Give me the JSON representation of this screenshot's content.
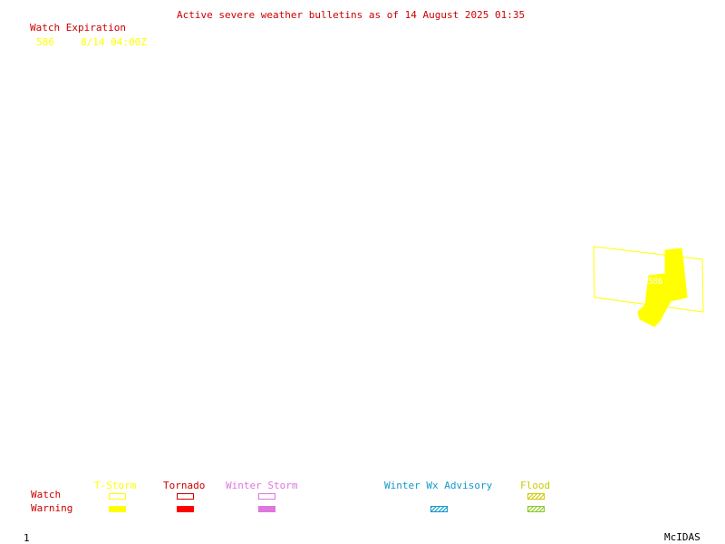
{
  "header": {
    "title": "Active severe weather bulletins as of 14 August 2025 01:35"
  },
  "watch_expiration": {
    "heading": "Watch Expiration",
    "entries": [
      {
        "number": "586",
        "expires": "8/14 04:00Z"
      }
    ]
  },
  "map": {
    "watch_label": "586",
    "colors": {
      "tstorm": "#ffff00",
      "tornado": "#ff0000",
      "winter_storm": "#dd77dd",
      "winter_wx_advisory": "#1199cc",
      "flood": "#88cc22",
      "label_red": "#cc0000"
    }
  },
  "legend": {
    "row_labels": {
      "watch": "Watch",
      "warning": "Warning"
    },
    "columns": [
      {
        "label": "T-Storm",
        "color": "#ffff00"
      },
      {
        "label": "Tornado",
        "color": "#ff0000"
      },
      {
        "label": "Winter Storm",
        "color": "#dd77dd"
      },
      {
        "label": "Winter Wx Advisory",
        "color": "#1199cc"
      },
      {
        "label": "Flood",
        "color": "#cccc00"
      }
    ]
  },
  "footer": {
    "frame_number": "1",
    "software": "McIDAS"
  }
}
